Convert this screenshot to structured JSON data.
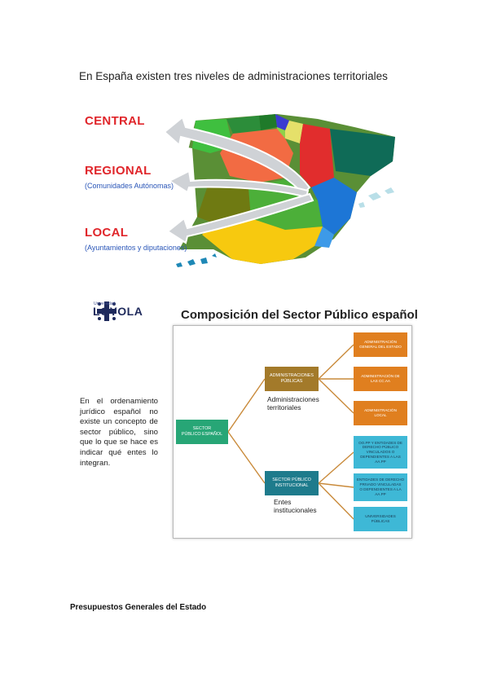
{
  "map": {
    "title": "En España existen tres niveles de administraciones territoriales",
    "levels": [
      {
        "label": "CENTRAL",
        "sub": ""
      },
      {
        "label": "REGIONAL",
        "sub": "(Comunidades Autónomas)"
      },
      {
        "label": "LOCAL",
        "sub": "(Ayuntamientos y diputaciones)"
      }
    ],
    "colors": {
      "level_text": "#e0262b",
      "sub_text": "#2a56b8",
      "arrow": "#cfd2d6"
    }
  },
  "logo": {
    "small": "Universidad",
    "name": "LOYOLA"
  },
  "composition": {
    "title": "Composición del Sector Público español",
    "description": "En el ordenamiento jurídico español no existe un concepto de sector público, sino que lo que se hace es indicar qué entes lo integran.",
    "root": [
      "SECTOR",
      "PÚBLICO ESPAÑOL"
    ],
    "administraciones": {
      "box": [
        "ADMINISTRACIONES",
        "PÚBLICAS"
      ],
      "caption": [
        "Administraciones",
        "territoriales"
      ],
      "children": [
        [
          "ADMINISTRACIÓN",
          "GENERAL DEL ESTADO"
        ],
        [
          "ADMINISTRACIÓN DE",
          "LAS CC.AA"
        ],
        [
          "ADMINISTRACIÓN",
          "LOCAL"
        ]
      ]
    },
    "institucional": {
      "box": [
        "SECTOR PÚBLICO",
        "INSTITUCIONAL"
      ],
      "caption": [
        "Entes",
        "institucionales"
      ],
      "children": [
        [
          "OO.PP Y ENTIDADES DE",
          "DERECHO PÚBLICO",
          "VINCULADOS O",
          "DEPENDIENTES A LAS",
          "AA.PP"
        ],
        [
          "ENTIDADES DE DERECHO",
          "PRIVADO VINCULADAS",
          "O DEPENDIENTES A LA",
          "AA.PP"
        ],
        [
          "UNIVERSIDADES",
          "PÚBLICAS"
        ]
      ]
    },
    "colors": {
      "root": "#27a676",
      "administraciones": "#a37a2a",
      "institucional": "#1e7b8c",
      "admin_children": "#e07f1f",
      "inst_children": "#3eb8d6",
      "connector": "#c98a3a"
    }
  },
  "footer": {
    "heading": "Presupuestos Generales del Estado"
  }
}
